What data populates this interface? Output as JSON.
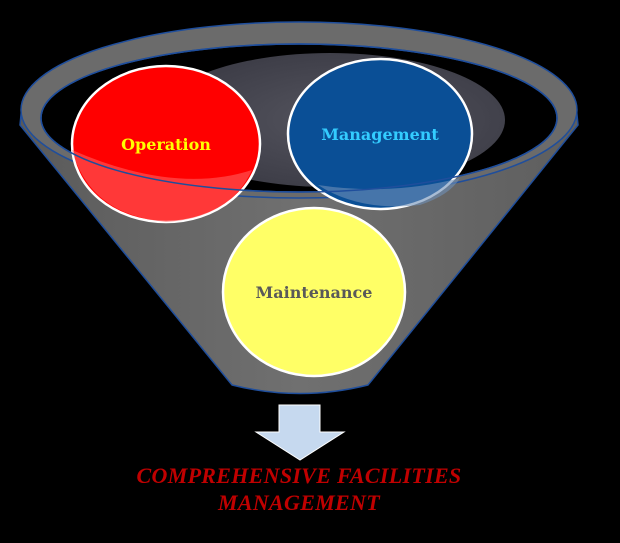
{
  "diagram": {
    "circles": [
      {
        "id": "operation",
        "label": "Operation",
        "fill": "#ff0000",
        "text_color": "#ffff00"
      },
      {
        "id": "management",
        "label": "Management",
        "fill": "#0a4f96",
        "text_color": "#33ccff"
      },
      {
        "id": "maintenance",
        "label": "Maintenance",
        "fill": "#ffff66",
        "text_color": "#595959"
      }
    ],
    "funnel_color": "#6b6b6b",
    "funnel_rim_color": "#1f4e9c",
    "arrow_color": "#c6d9ef",
    "result": {
      "line1": "COMPREHENSIVE FACILITIES",
      "line2": "MANAGEMENT",
      "color": "#c00000"
    }
  }
}
